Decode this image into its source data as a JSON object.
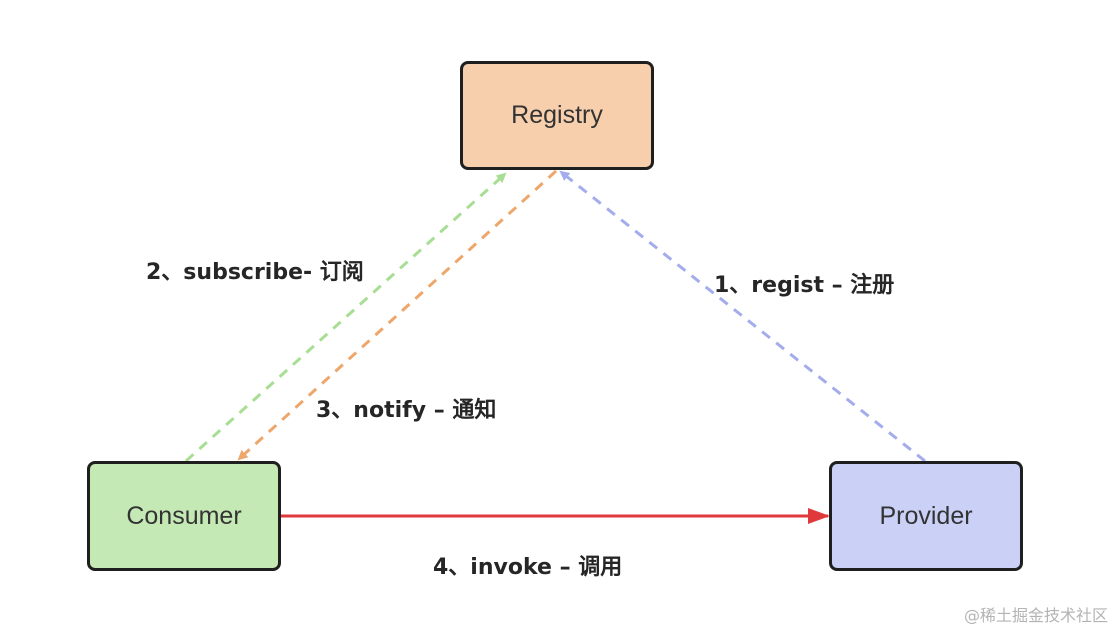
{
  "nodes": {
    "registry": "Registry",
    "consumer": "Consumer",
    "provider": "Provider"
  },
  "edges": {
    "subscribe": "2、subscribe- 订阅",
    "regist": "1、regist – 注册",
    "notify": "3、notify – 通知",
    "invoke": "4、invoke – 调用"
  },
  "colors": {
    "registry_fill": "#f8cfad",
    "consumer_fill": "#c4e9b4",
    "provider_fill": "#cbd0f7",
    "subscribe_edge": "#a8de94",
    "notify_edge": "#eea66a",
    "regist_edge": "#a3acec",
    "invoke_edge": "#e0393c"
  },
  "watermark": "@稀土掘金技术社区"
}
